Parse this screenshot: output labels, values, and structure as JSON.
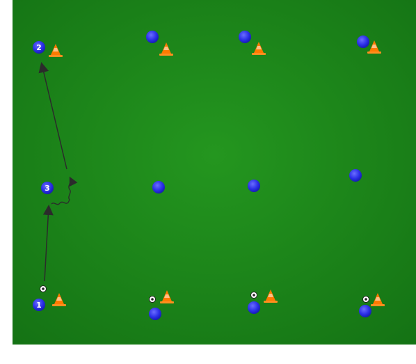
{
  "colors": {
    "pitch": "#1f8a1c",
    "pitch_dark": "#157016",
    "player": "#2a2ee6",
    "cone": "#ff7a00",
    "arrow": "#2b2b2b"
  },
  "players": [
    {
      "id": "p2",
      "label": "2"
    },
    {
      "id": "p3",
      "label": "3"
    },
    {
      "id": "p1",
      "label": "1"
    },
    {
      "id": "pb1"
    },
    {
      "id": "pb2"
    },
    {
      "id": "pb3"
    },
    {
      "id": "pm1"
    },
    {
      "id": "pm2"
    },
    {
      "id": "pm3"
    },
    {
      "id": "pt1"
    },
    {
      "id": "pt2"
    },
    {
      "id": "pt3"
    }
  ],
  "icons": [
    "cone-icon",
    "ball-icon",
    "pass-arrow",
    "dribble-arrow",
    "run-arrow"
  ]
}
